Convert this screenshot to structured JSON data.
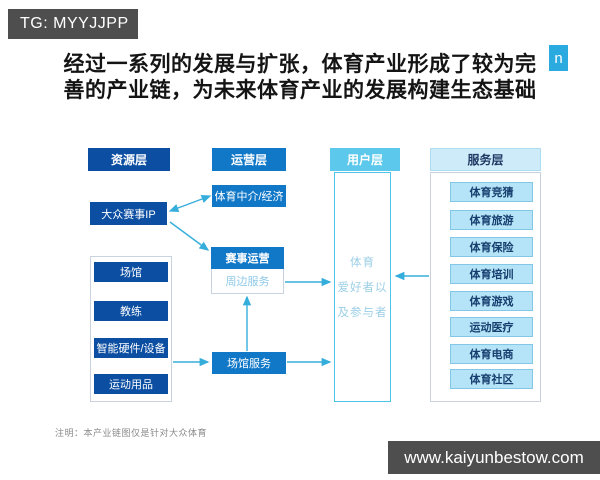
{
  "badge": {
    "label": "TG: MYYJJPP"
  },
  "title": {
    "line1": "经过一系列的发展与扩张，体育产业形成了较为完",
    "line2": "善的产业链，为未来体育产业的发展构建生态基础"
  },
  "logo": {
    "letter": "n"
  },
  "diagram": {
    "resource_layer": {
      "header": "资源层",
      "ip_box": "大众赛事IP",
      "items": [
        "场馆",
        "教练",
        "智能硬件/设备",
        "运动用品"
      ]
    },
    "operation_layer": {
      "header": "运营层",
      "agency_box": "体育中介/经济",
      "event_box": "赛事运营",
      "peripheral_box": "周边服务",
      "venue_box": "场馆服务"
    },
    "user_layer": {
      "header": "用户层",
      "box_lines": [
        "体育",
        "爱好者以",
        "及参与者"
      ]
    },
    "service_layer": {
      "header": "服务层",
      "items": [
        "体育竞猜",
        "体育旅游",
        "体育保险",
        "体育培训",
        "体育游戏",
        "运动医疗",
        "体育电商",
        "体育社区"
      ]
    }
  },
  "note": "注明：本产业链图仅是针对大众体育",
  "footer": {
    "website": "www.kaiyunbestow.com"
  },
  "colors": {
    "dark_blue": "#0b4ea2",
    "mid_blue": "#1178c8",
    "cyan_header": "#5bc8ec",
    "light_header": "#cdebf8",
    "service_item_bg": "#b5e3f7",
    "arrow": "#35aedc",
    "bar_gray": "#4e4e4e",
    "logo_blue": "#2baadf"
  }
}
